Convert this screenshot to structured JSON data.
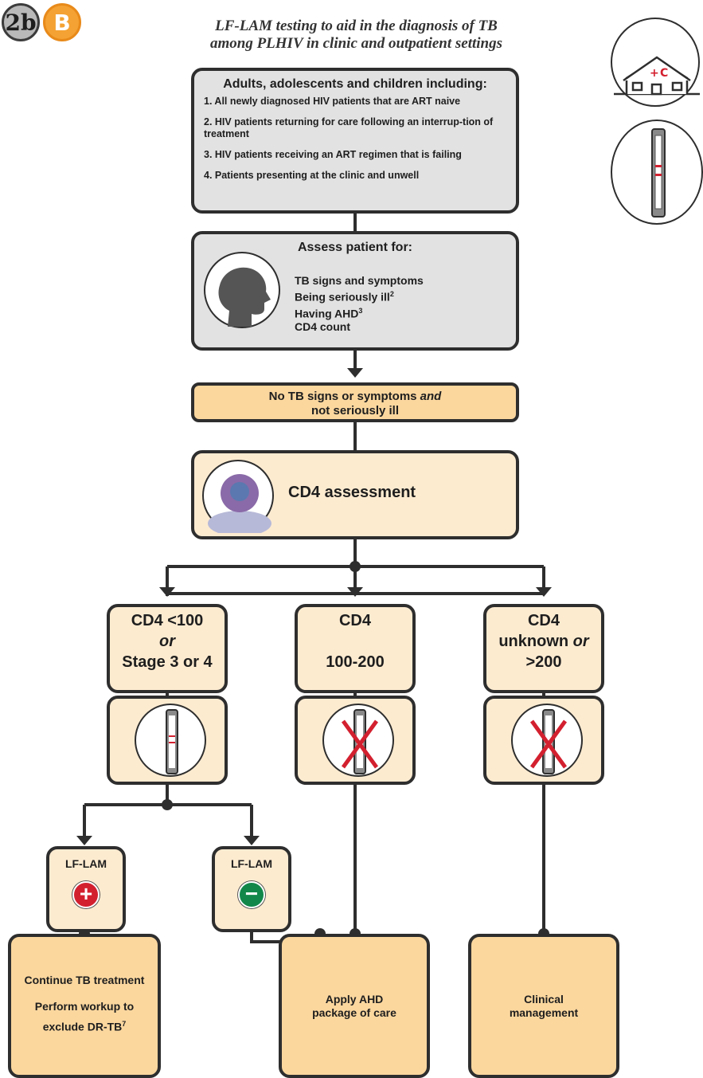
{
  "badges": {
    "step": "2b",
    "letter": "B"
  },
  "title": {
    "line1": "LF-LAM testing to aid in the diagnosis of TB",
    "line2": "among PLHIV in clinic and outpatient settings"
  },
  "eligibility": {
    "heading": "Adults, adolescents and children including:",
    "items": [
      "1. All newly diagnosed HIV patients that are ART naive",
      "2. HIV patients returning for care following an interrup-tion of treatment",
      "3. HIV patients receiving an ART regimen that is failing",
      "4. Patients presenting at the clinic and unwell"
    ]
  },
  "assess": {
    "heading": "Assess patient for:",
    "items": [
      "TB signs and symptoms",
      "Being seriously ill",
      "Having AHD",
      "CD4 count"
    ],
    "sup_ill": "2",
    "sup_ahd": "3"
  },
  "condition": {
    "part1": "No TB signs or symptoms ",
    "and": "and",
    "part2": "not seriously ill"
  },
  "cd4_box": {
    "label": "CD4 assessment"
  },
  "branches": {
    "left": {
      "line1": "CD4 <100",
      "or": "or",
      "line3": "Stage 3 or 4"
    },
    "mid": {
      "line1": "CD4",
      "line2": "100-200"
    },
    "right": {
      "line1": "CD4",
      "line2a": "unknown ",
      "or": "or",
      "line3": ">200"
    }
  },
  "lflam": {
    "positive_label": "LF-LAM",
    "negative_label": "LF-LAM",
    "plus": "+",
    "minus": "−"
  },
  "outcomes": {
    "tb": {
      "line1": "Continue TB treatment",
      "line2": "Perform workup to",
      "line3": "exclude DR-TB",
      "sup": "7"
    },
    "ahd": {
      "line1": "Apply AHD",
      "line2": "package of care"
    },
    "clinical": {
      "line1": "Clinical",
      "line2": "management"
    }
  },
  "colors": {
    "grey": "#e2e2e2",
    "cream": "#fdebd0",
    "peach": "#fbd79e",
    "red": "#d3202f",
    "green": "#11884a",
    "orange": "#f4a233"
  },
  "icons": [
    "clinic-icon",
    "test-strip-icon",
    "head-silhouette-icon",
    "cell-icon",
    "crossed-test-icon"
  ]
}
